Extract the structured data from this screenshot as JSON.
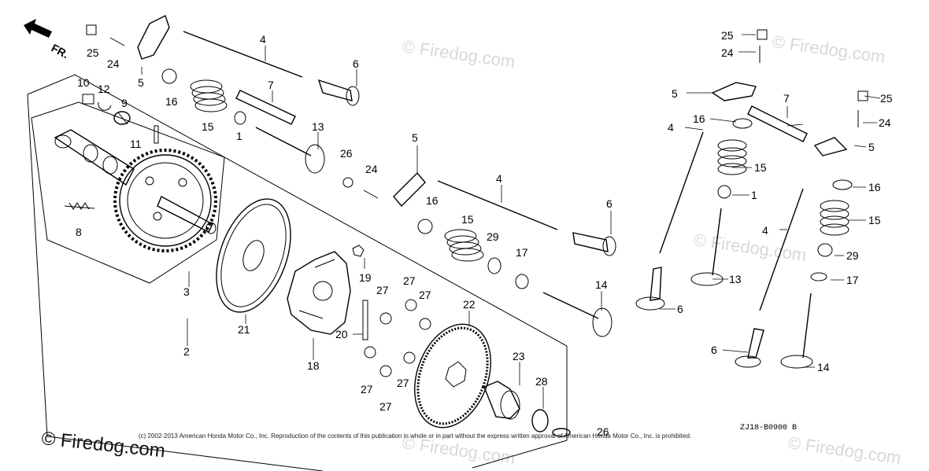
{
  "direction_label": "FR.",
  "diagram_code": "ZJ18-B0900 B",
  "copyright": "(c) 2002-2013 American Honda Motor Co., Inc. Reproduction of the contents of this publication in whole or in part without the express written approval of American Honda Motor Co., Inc. is prohibited.",
  "watermark": "© Firedog.com",
  "watermark_corner": "© Firedog.com",
  "callouts": {
    "c1": "1",
    "c2": "2",
    "c3": "3",
    "c4": "4",
    "c5": "5",
    "c6": "6",
    "c7": "7",
    "c8": "8",
    "c9": "9",
    "c10": "10",
    "c11": "11",
    "c12": "12",
    "c13": "13",
    "c14": "14",
    "c15": "15",
    "c16": "16",
    "c17": "17",
    "c18": "18",
    "c19": "19",
    "c20": "20",
    "c21": "21",
    "c22": "22",
    "c23": "23",
    "c24": "24",
    "c25": "25",
    "c26": "26",
    "c27": "27",
    "c28": "28",
    "c29": "29"
  }
}
